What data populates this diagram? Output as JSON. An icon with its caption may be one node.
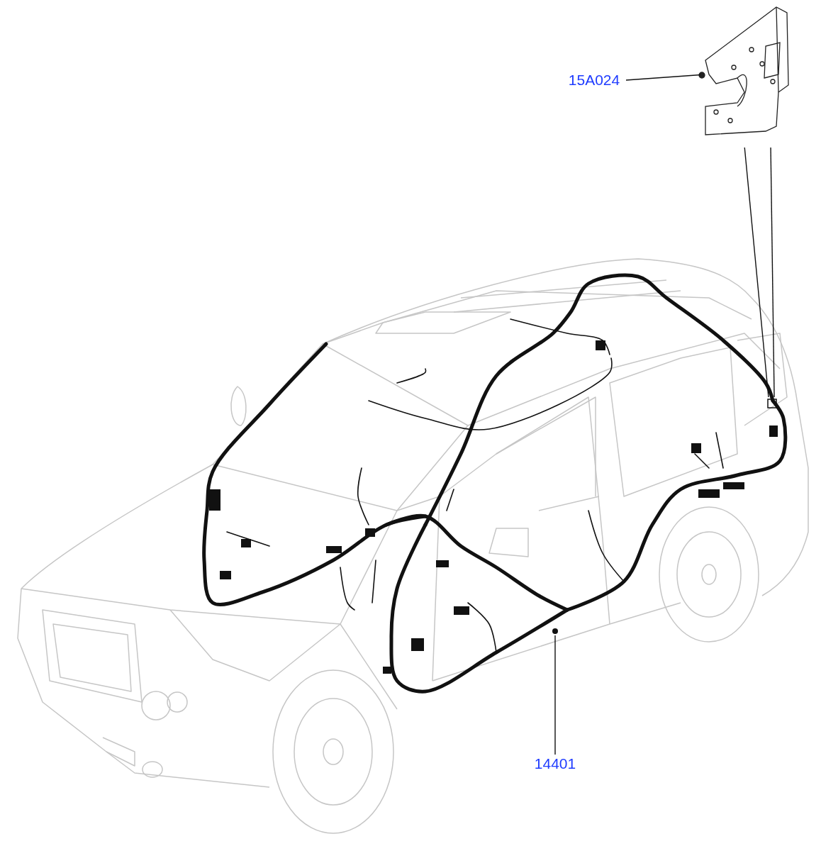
{
  "diagram": {
    "nodes": [
      {
        "text": [
          "15A024"
        ]
      },
      {
        "text": [],
        "shape": "picture"
      },
      {
        "text": [],
        "shape": "picture"
      },
      {
        "text": [],
        "shape": "circle",
        "in": 2
      },
      {
        "text": [],
        "shape": "box",
        "in": 2
      },
      {
        "text": [
          "14401"
        ]
      }
    ],
    "edges": [
      {
        "from": 0,
        "to": 1,
        "arrow": "none"
      },
      {
        "from": 1,
        "to": 4,
        "arrow": "none"
      },
      {
        "from": 1,
        "to": 4,
        "arrow": "none"
      },
      {
        "from": 5,
        "to": 3,
        "arrow": "none"
      }
    ]
  }
}
